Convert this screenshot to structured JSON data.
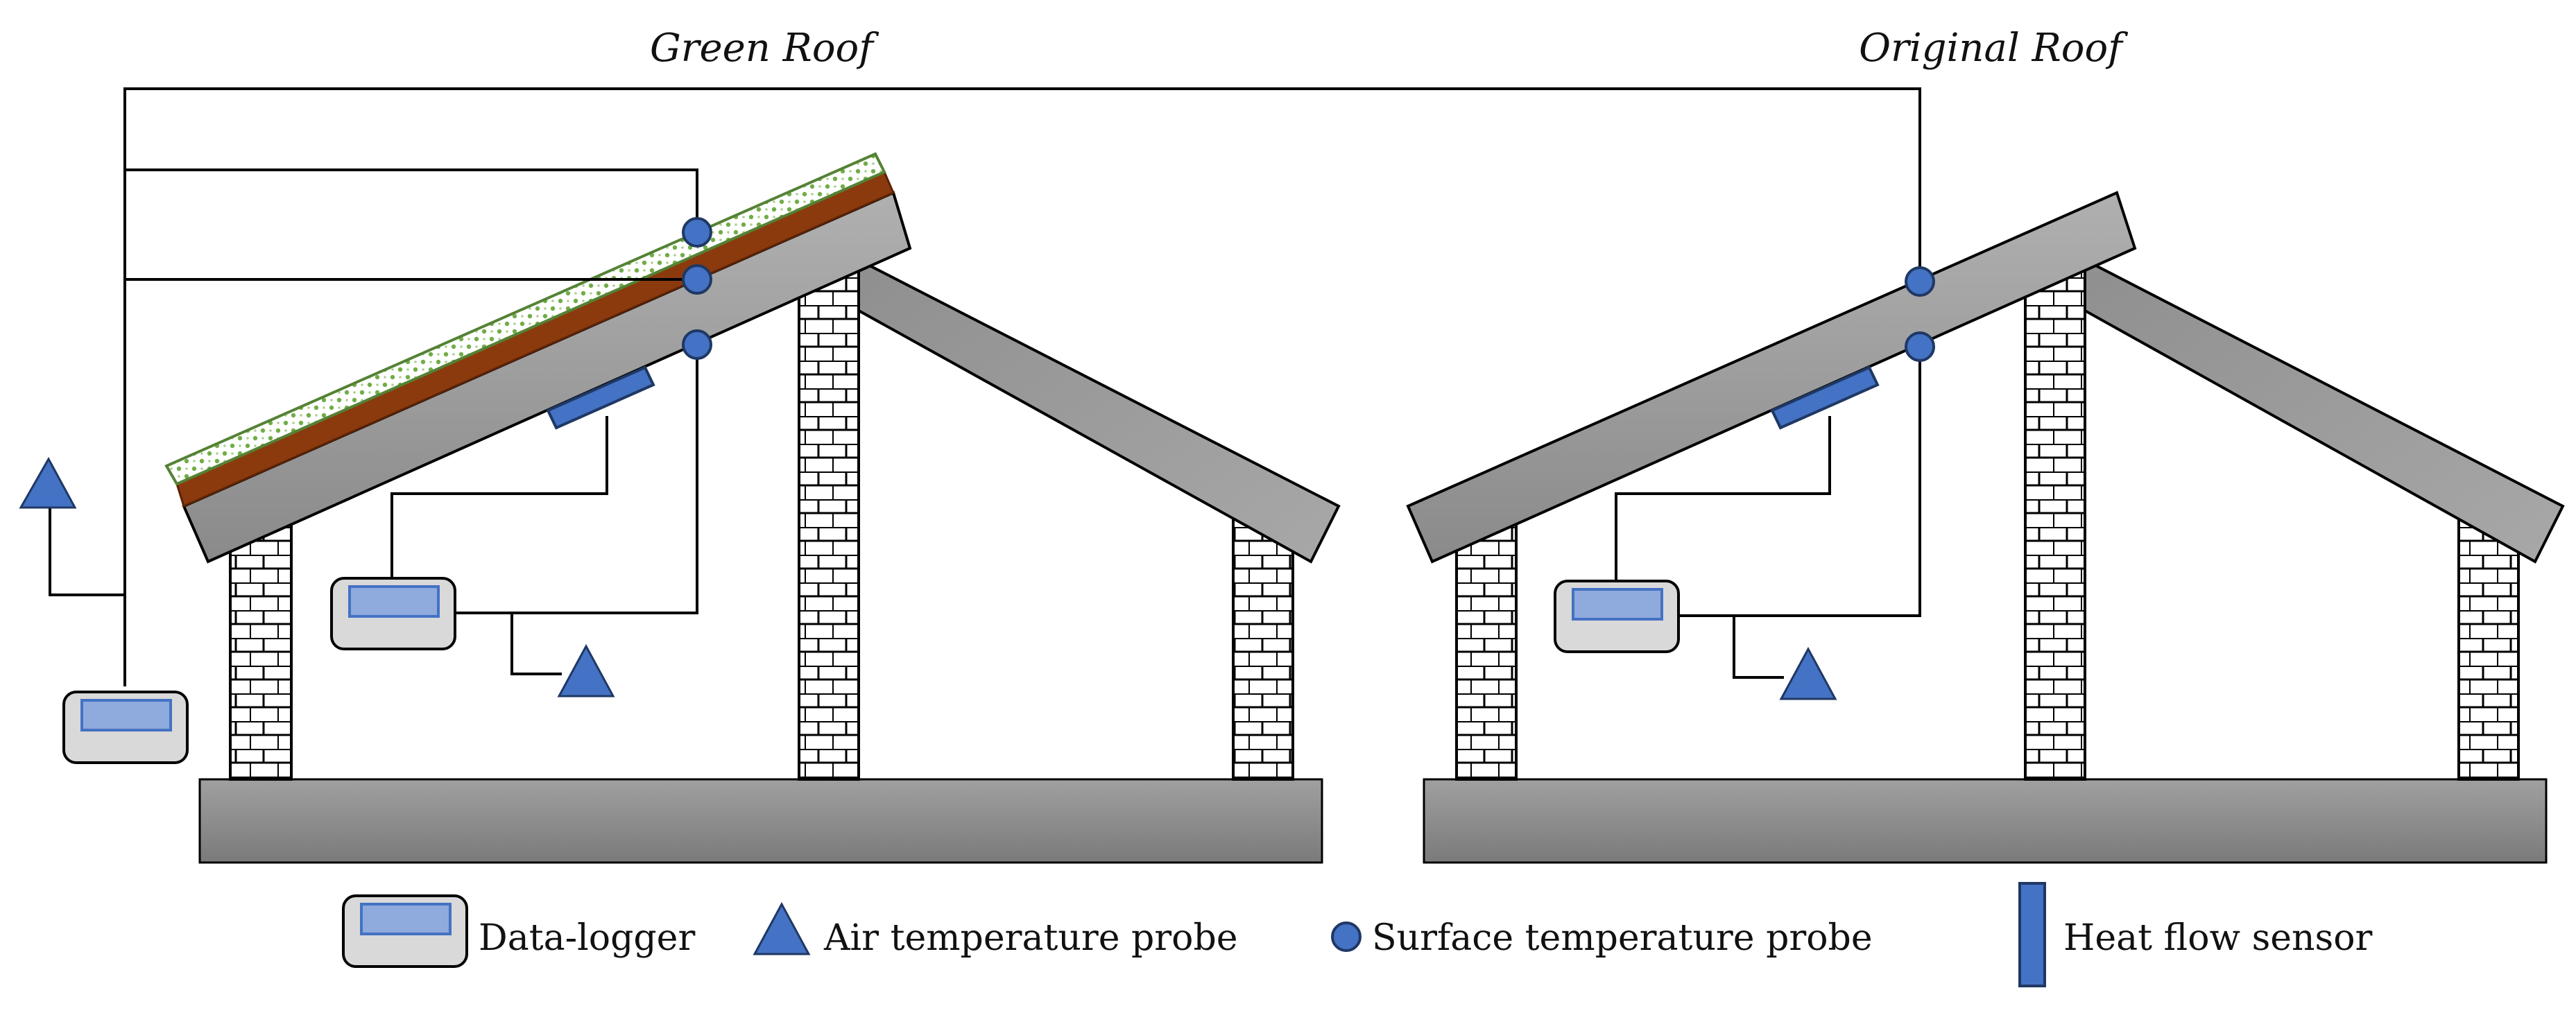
{
  "titles": {
    "green_roof": "Green Roof",
    "original_roof": "Original Roof"
  },
  "legend": {
    "data_logger": "Data-logger",
    "air_probe": "Air temperature probe",
    "surface_probe": "Surface temperature probe",
    "heat_flow": "Heat flow sensor"
  },
  "colors": {
    "probe_fill": "#4472c4",
    "probe_stroke": "#1f3864",
    "roof_gray": "#a6a6a6",
    "roof_dark": "#7f7f7f",
    "foundation": "#8c8c8c",
    "soil": "#8b3a0e",
    "vegetation": "#70ad47",
    "logger_body": "#d9d9d9",
    "logger_screen": "#8faadc"
  }
}
